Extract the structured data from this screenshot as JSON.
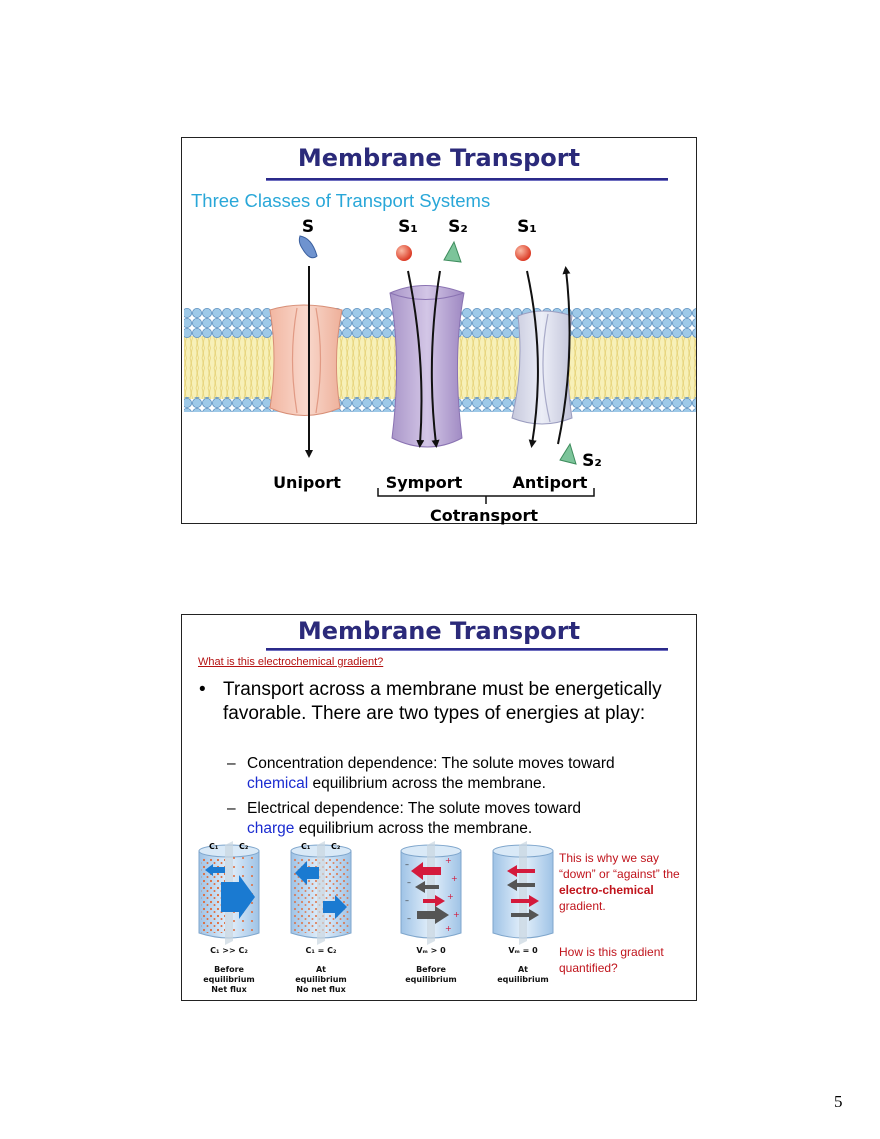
{
  "slide1": {
    "title": "Membrane Transport",
    "subtitle": "Three Classes of Transport Systems",
    "labels": {
      "s": "S",
      "s1_symport": "S₁",
      "s2_symport": "S₂",
      "s1_antiport": "S₁",
      "s2_antiport": "S₂",
      "uniport": "Uniport",
      "symport": "Symport",
      "antiport": "Antiport",
      "cotransport": "Cotransport"
    }
  },
  "slide2": {
    "title": "Membrane Transport",
    "question": "What is this electrochemical gradient?",
    "bullet": "Transport across a membrane must be energetically favorable.  There are two types of energies at play:",
    "sub1_prefix": "Concentration dependence: The solute moves toward",
    "sub1_highlight": "chemical",
    "sub1_suffix": " equilibrium across the membrane.",
    "sub2_prefix": "Electrical dependence: The solute moves toward",
    "sub2_highlight": "charge",
    "sub2_suffix": " equilibrium across the membrane.",
    "note1_a": "This is why we say “down” or “against” the ",
    "note1_b": "electro-chemical",
    "note1_c": " gradient.",
    "note2": "How is this gradient quantified?",
    "cylinders": [
      {
        "top_left": "C₁",
        "top_right": "C₂",
        "condition": "C₁ >> C₂",
        "caption1": "Before",
        "caption2": "equilibrium",
        "caption3": "Net flux"
      },
      {
        "top_left": "C₁",
        "top_right": "C₂",
        "condition": "C₁ = C₂",
        "caption1": "At",
        "caption2": "equilibrium",
        "caption3": "No net flux"
      },
      {
        "condition": "Vₘ > 0",
        "caption1": "Before",
        "caption2": "equilibrium"
      },
      {
        "condition": "Vₘ = 0",
        "caption1": "At",
        "caption2": "equilibrium"
      }
    ]
  },
  "page_number": "5"
}
